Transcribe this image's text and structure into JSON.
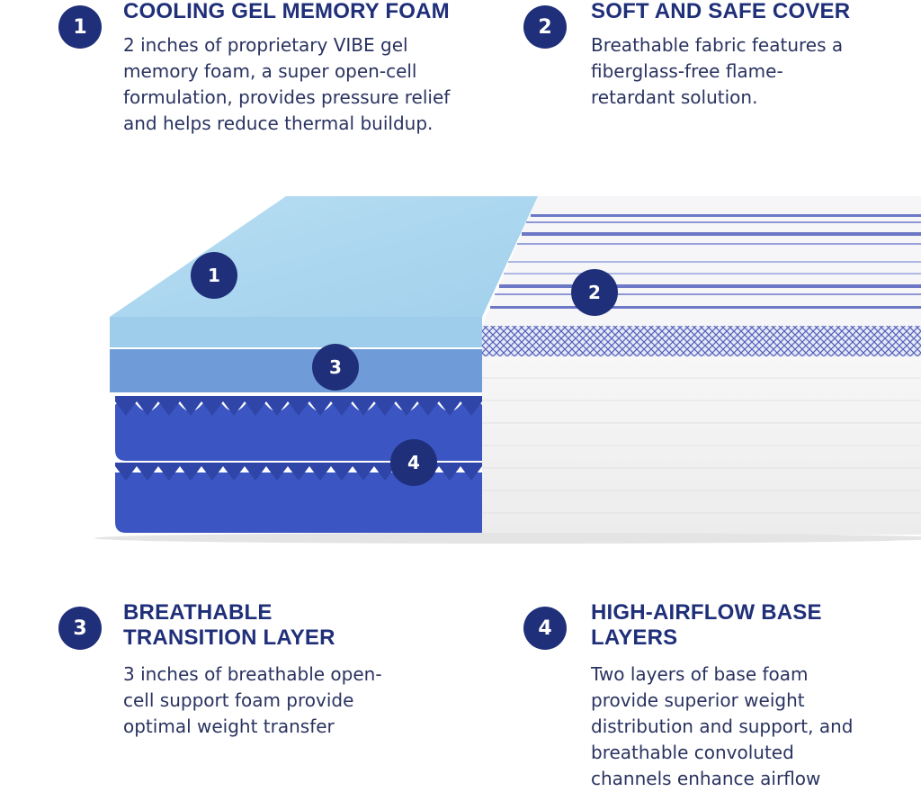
{
  "features": [
    {
      "number": "1",
      "title": "COOLING GEL MEMORY FOAM",
      "desc_lines": [
        "2 inches of proprietary VIBE gel",
        "memory foam, a super open-cell",
        "formulation, provides pressure relief",
        "and helps reduce thermal buildup."
      ]
    },
    {
      "number": "2",
      "title": "SOFT AND SAFE COVER",
      "desc_lines": [
        "Breathable fabric features a",
        "fiberglass-free flame-",
        "retardant solution."
      ]
    },
    {
      "number": "3",
      "title_lines": [
        "BREATHABLE",
        "TRANSITION LAYER"
      ],
      "desc_lines": [
        "3 inches of breathable open-",
        "cell support foam provide",
        "optimal weight transfer"
      ]
    },
    {
      "number": "4",
      "title_lines": [
        "HIGH-AIRFLOW BASE",
        "LAYERS"
      ],
      "desc_lines": [
        "Two layers of base foam",
        "provide superior weight",
        "distribution and support, and",
        "breathable convoluted",
        "channels enhance airflow"
      ]
    }
  ],
  "diagram_labels": [
    "1",
    "2",
    "3",
    "4"
  ],
  "colors": {
    "navy": "#1f2f79",
    "top_layer": "#a9d6ef",
    "transition_layer": "#6f9ad8",
    "base_layer": "#3b54c0",
    "cover": "#f4f4f4",
    "cover_stripe": "#5c6bc0"
  }
}
